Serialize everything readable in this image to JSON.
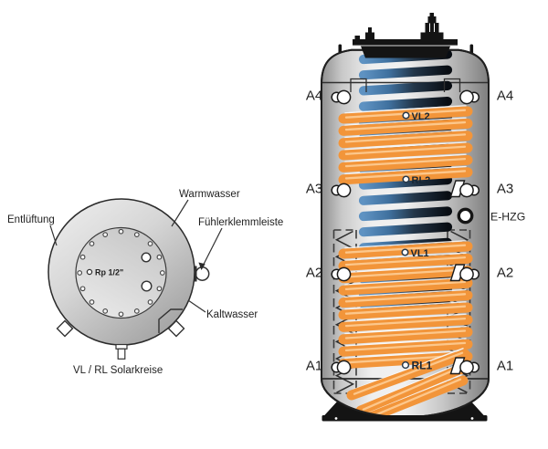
{
  "top_view": {
    "vent_label": "Entlüftung",
    "hot_water_label": "Warmwasser",
    "sensor_strip_label": "Fühlerklemmleiste",
    "cold_water_label": "Kaltwasser",
    "solar_label": "VL / RL Solarkreise",
    "thread_marking": "Rp 1/2\""
  },
  "side_view": {
    "ports_left": [
      "A4",
      "A3",
      "A2",
      "A1"
    ],
    "ports_right": [
      "A4",
      "A3",
      "A2",
      "A1"
    ],
    "heater_port_label": "E-HZG",
    "coil_port_labels": [
      "VL2",
      "RL2",
      "VL1",
      "RL1"
    ]
  },
  "colors": {
    "solar_coil": "#F2953A",
    "solar_coil_highlight": "#FFD4A0",
    "upper_coil_blue": "#5E92C2",
    "upper_coil_dark": "#090D13",
    "line": "#1F1F1F"
  }
}
